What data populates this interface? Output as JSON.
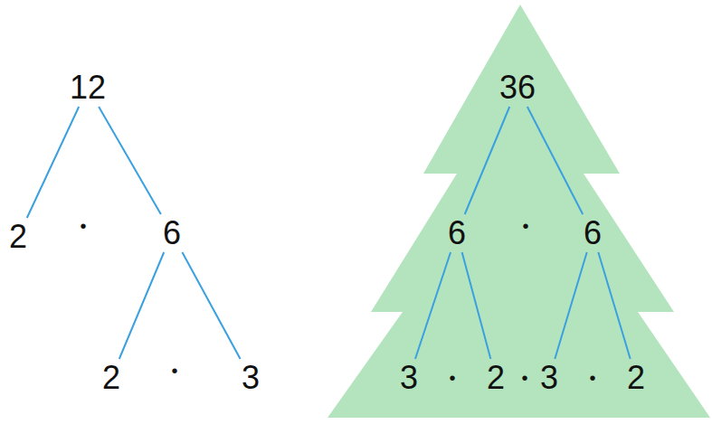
{
  "diagram": {
    "nodes": [
      {
        "text": [
          "12"
        ]
      },
      {
        "text": [
          "2"
        ]
      },
      {
        "text": [
          "6"
        ]
      },
      {
        "text": [
          "2"
        ]
      },
      {
        "text": [
          "3"
        ]
      },
      {
        "text": [
          "36"
        ]
      },
      {
        "text": [
          "6"
        ]
      },
      {
        "text": [
          "6"
        ]
      },
      {
        "text": [
          "3"
        ]
      },
      {
        "text": [
          "2"
        ]
      },
      {
        "text": [
          "3"
        ]
      },
      {
        "text": [
          "2"
        ]
      }
    ],
    "edges": [
      {
        "from": 0,
        "to": 1,
        "arrow": "none"
      },
      {
        "from": 0,
        "to": 2,
        "arrow": "none"
      },
      {
        "from": 2,
        "to": 3,
        "arrow": "none"
      },
      {
        "from": 2,
        "to": 4,
        "arrow": "none"
      },
      {
        "from": 5,
        "to": 6,
        "arrow": "none"
      },
      {
        "from": 5,
        "to": 7,
        "arrow": "none"
      },
      {
        "from": 6,
        "to": 8,
        "arrow": "none"
      },
      {
        "from": 6,
        "to": 9,
        "arrow": "none"
      },
      {
        "from": 7,
        "to": 10,
        "arrow": "none"
      },
      {
        "from": 7,
        "to": 11,
        "arrow": "none"
      }
    ],
    "labels": [
      "•",
      "•",
      "•",
      "•",
      "•",
      "•"
    ]
  }
}
